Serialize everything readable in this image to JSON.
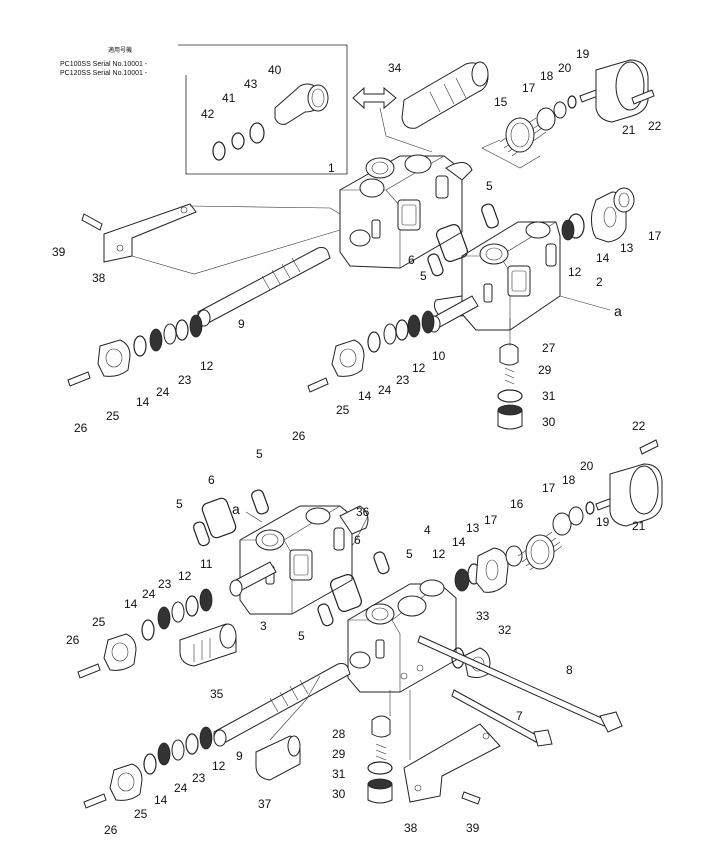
{
  "header": {
    "applicable": "適用号機",
    "line1": "PC100SS Serial No.10001 -",
    "line2": "PC120SS Serial No.10001 -"
  },
  "callouts": [
    {
      "id": "c34",
      "text": "34"
    },
    {
      "id": "c40",
      "text": "40"
    },
    {
      "id": "c43",
      "text": "43"
    },
    {
      "id": "c41",
      "text": "41"
    },
    {
      "id": "c42",
      "text": "42"
    },
    {
      "id": "c19a",
      "text": "19"
    },
    {
      "id": "c20a",
      "text": "20"
    },
    {
      "id": "c18a",
      "text": "18"
    },
    {
      "id": "c17a",
      "text": "17"
    },
    {
      "id": "c15",
      "text": "15"
    },
    {
      "id": "c21a",
      "text": "21"
    },
    {
      "id": "c22a",
      "text": "22"
    },
    {
      "id": "c1",
      "text": "1"
    },
    {
      "id": "c5a",
      "text": "5"
    },
    {
      "id": "c5b",
      "text": "5"
    },
    {
      "id": "c6a",
      "text": "6"
    },
    {
      "id": "c12a",
      "text": "12"
    },
    {
      "id": "c14a",
      "text": "14"
    },
    {
      "id": "c13a",
      "text": "13"
    },
    {
      "id": "c17b",
      "text": "17"
    },
    {
      "id": "c2",
      "text": "2"
    },
    {
      "id": "ca1",
      "text": "a"
    },
    {
      "id": "c39a",
      "text": "39"
    },
    {
      "id": "c38a",
      "text": "38"
    },
    {
      "id": "c9a",
      "text": "9"
    },
    {
      "id": "c12b",
      "text": "12"
    },
    {
      "id": "c23a",
      "text": "23"
    },
    {
      "id": "c24a",
      "text": "24"
    },
    {
      "id": "c14b",
      "text": "14"
    },
    {
      "id": "c25a",
      "text": "25"
    },
    {
      "id": "c26a",
      "text": "26"
    },
    {
      "id": "c10",
      "text": "10"
    },
    {
      "id": "c12c",
      "text": "12"
    },
    {
      "id": "c23b",
      "text": "23"
    },
    {
      "id": "c24b",
      "text": "24"
    },
    {
      "id": "c14c",
      "text": "14"
    },
    {
      "id": "c25b",
      "text": "25"
    },
    {
      "id": "c26b",
      "text": "26"
    },
    {
      "id": "c27",
      "text": "27"
    },
    {
      "id": "c29a",
      "text": "29"
    },
    {
      "id": "c31a",
      "text": "31"
    },
    {
      "id": "c30a",
      "text": "30"
    },
    {
      "id": "c22b",
      "text": "22"
    },
    {
      "id": "c5c",
      "text": "5"
    },
    {
      "id": "c6b",
      "text": "6"
    },
    {
      "id": "c5d",
      "text": "5"
    },
    {
      "id": "ca2",
      "text": "a"
    },
    {
      "id": "c36",
      "text": "36"
    },
    {
      "id": "c20b",
      "text": "20"
    },
    {
      "id": "c18b",
      "text": "18"
    },
    {
      "id": "c17c",
      "text": "17"
    },
    {
      "id": "c16",
      "text": "16"
    },
    {
      "id": "c17d",
      "text": "17"
    },
    {
      "id": "c13b",
      "text": "13"
    },
    {
      "id": "c14d",
      "text": "14"
    },
    {
      "id": "c12d",
      "text": "12"
    },
    {
      "id": "c4",
      "text": "4"
    },
    {
      "id": "c19b",
      "text": "19"
    },
    {
      "id": "c21b",
      "text": "21"
    },
    {
      "id": "c11",
      "text": "11"
    },
    {
      "id": "c23c",
      "text": "23"
    },
    {
      "id": "c12e",
      "text": "12"
    },
    {
      "id": "c24c",
      "text": "24"
    },
    {
      "id": "c14e",
      "text": "14"
    },
    {
      "id": "c6c",
      "text": "6"
    },
    {
      "id": "c5e",
      "text": "5"
    },
    {
      "id": "c5f",
      "text": "5"
    },
    {
      "id": "c25c",
      "text": "25"
    },
    {
      "id": "c26c",
      "text": "26"
    },
    {
      "id": "c3",
      "text": "3"
    },
    {
      "id": "c35",
      "text": "35"
    },
    {
      "id": "c33",
      "text": "33"
    },
    {
      "id": "c32",
      "text": "32"
    },
    {
      "id": "c8",
      "text": "8"
    },
    {
      "id": "c7",
      "text": "7"
    },
    {
      "id": "c9b",
      "text": "9"
    },
    {
      "id": "c28",
      "text": "28"
    },
    {
      "id": "c29b",
      "text": "29"
    },
    {
      "id": "c31b",
      "text": "31"
    },
    {
      "id": "c30b",
      "text": "30"
    },
    {
      "id": "c12f",
      "text": "12"
    },
    {
      "id": "c23d",
      "text": "23"
    },
    {
      "id": "c24d",
      "text": "24"
    },
    {
      "id": "c14f",
      "text": "14"
    },
    {
      "id": "c25d",
      "text": "25"
    },
    {
      "id": "c26d",
      "text": "26"
    },
    {
      "id": "c37",
      "text": "37"
    },
    {
      "id": "c38b",
      "text": "38"
    },
    {
      "id": "c39b",
      "text": "39"
    }
  ]
}
